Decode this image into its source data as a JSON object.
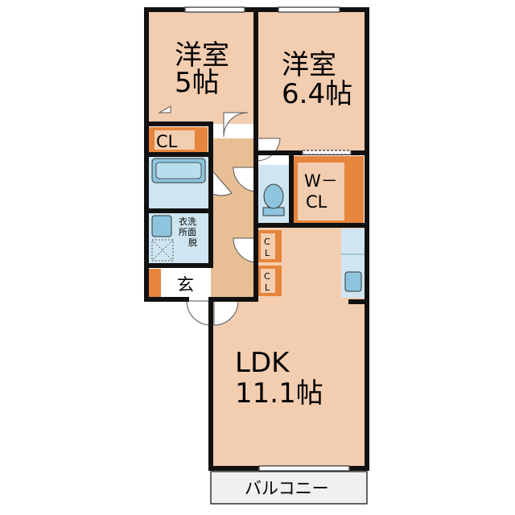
{
  "rooms": {
    "western_room_1": {
      "name": "洋室",
      "size": "5帖"
    },
    "western_room_2": {
      "name": "洋室",
      "size": "6.4帖"
    },
    "ldk": {
      "name": "LDK",
      "size": "11.1帖"
    },
    "walk_in_closet": {
      "line1": "W－",
      "line2": "CL"
    },
    "closet_1": "CL",
    "closet_2": [
      "C",
      "L"
    ],
    "closet_3": [
      "C",
      "L"
    ],
    "washroom": [
      "衣洗",
      "所面",
      "脱"
    ],
    "entrance": "玄",
    "balcony": "バルコニー"
  },
  "colors": {
    "room_floor": "#f3cdb0",
    "corridor_floor": "#e8bf94",
    "closet": "#e6853c",
    "wet_area": "#cfe6f2",
    "fixture": "#8ec5de",
    "wall": "#111111"
  }
}
